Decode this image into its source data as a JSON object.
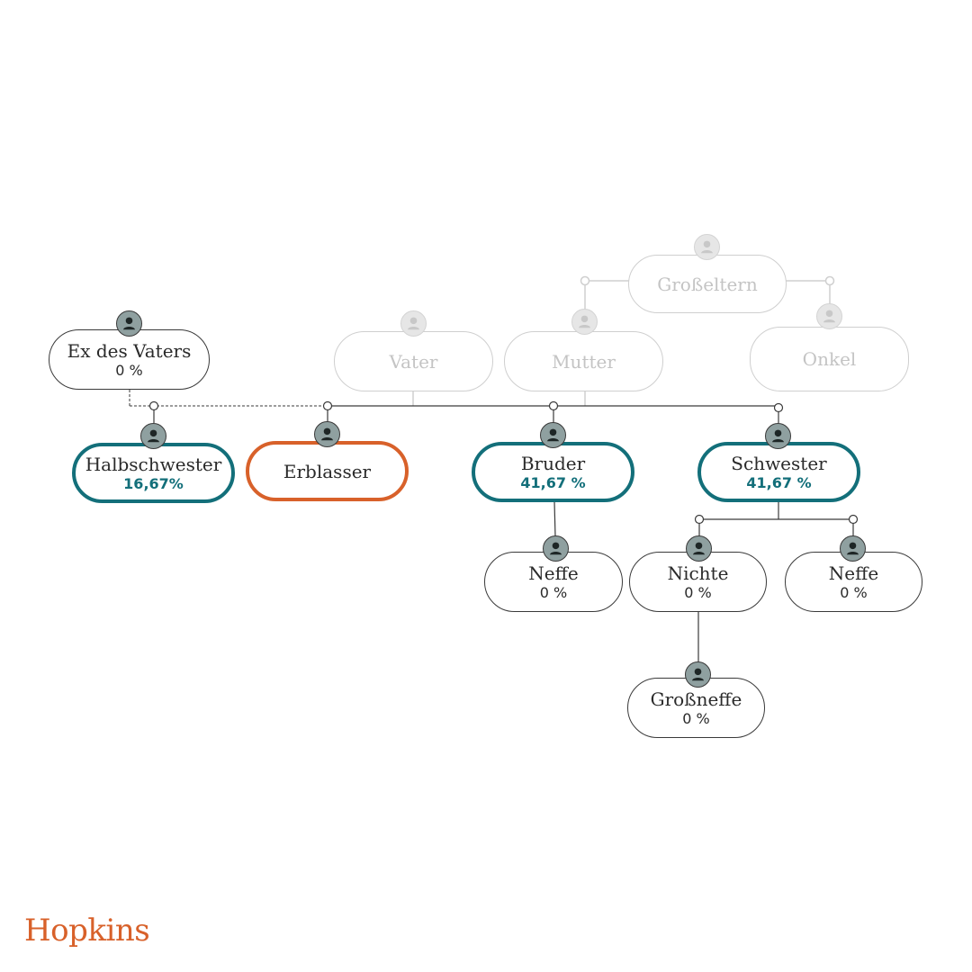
{
  "colors": {
    "heir": "#136f7a",
    "decedent": "#d8612a",
    "faded": "#c4c4c4",
    "avatar": "#8fa0a0"
  },
  "icons": {
    "person": "person-icon"
  },
  "nodes": {
    "grosseltern": {
      "name": "Großeltern",
      "share": ""
    },
    "vater": {
      "name": "Vater",
      "share": ""
    },
    "mutter": {
      "name": "Mutter",
      "share": ""
    },
    "onkel": {
      "name": "Onkel",
      "share": ""
    },
    "ex_des_vaters": {
      "name": "Ex des Vaters",
      "share": "0 %"
    },
    "halbschwester": {
      "name": "Halbschwester",
      "share": "16,67%"
    },
    "erblasser": {
      "name": "Erblasser",
      "share": ""
    },
    "bruder": {
      "name": "Bruder",
      "share": "41,67 %"
    },
    "schwester": {
      "name": "Schwester",
      "share": "41,67 %"
    },
    "neffe_bruder": {
      "name": "Neffe",
      "share": "0 %"
    },
    "nichte": {
      "name": "Nichte",
      "share": "0 %"
    },
    "neffe_schwester": {
      "name": "Neffe",
      "share": "0 %"
    },
    "grossneffe": {
      "name": "Großneffe",
      "share": "0 %"
    }
  },
  "brand": {
    "logo": "Hopkins"
  }
}
